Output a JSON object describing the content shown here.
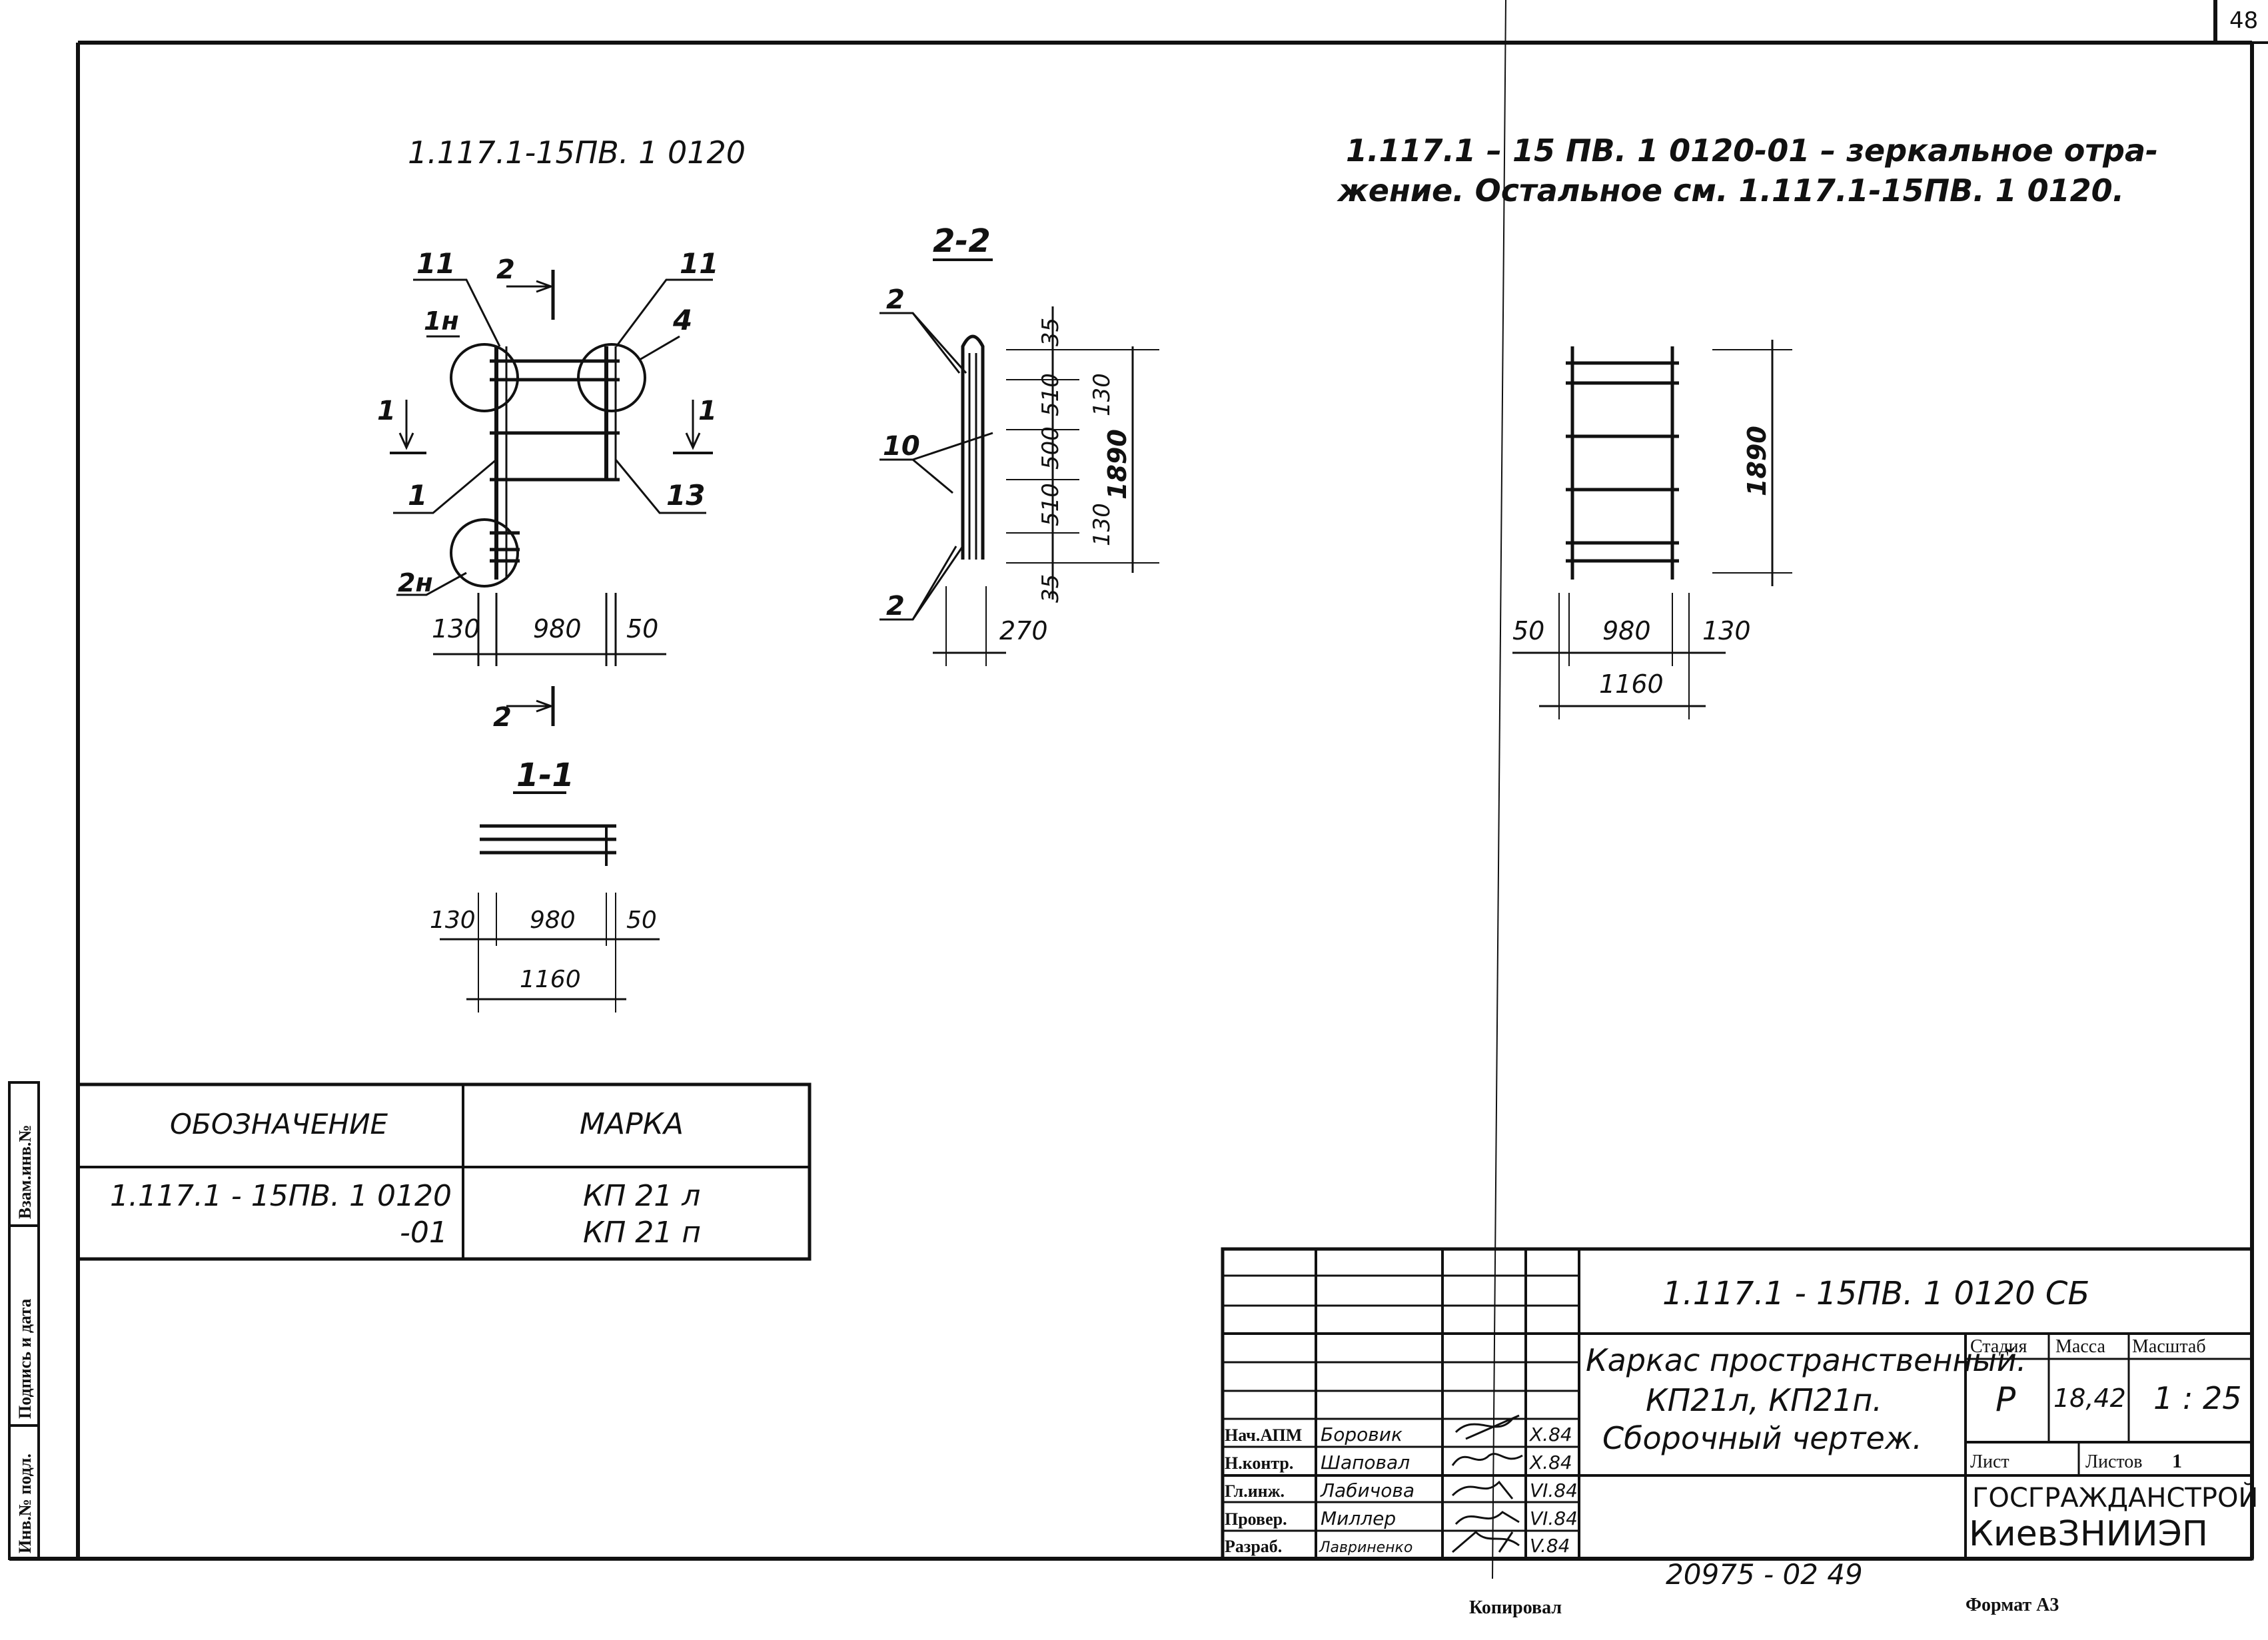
{
  "sheet_number": "48",
  "drawing": {
    "left_title": "1.117.1-15ПВ. 1 0120",
    "mirror_note_line1": "1.117.1 – 15 ПВ. 1 0120-01 – зеркальное отра-",
    "mirror_note_line2": "жение. Остальное  см.  1.117.1-15ПВ. 1 0120.",
    "section_2_2": "2-2",
    "section_1_1": "1-1",
    "labels": {
      "pos_11_left": "11",
      "pos_11_right": "11",
      "pos_1h": "1н",
      "pos_4": "4",
      "pos_2n": "2н",
      "pos_1": "1",
      "pos_13": "13",
      "cut_1_left": "1",
      "cut_1_right": "1",
      "cut_2_top": "2",
      "cut_2_bottom": "2",
      "s22_pos2_top": "2",
      "s22_pos10": "10",
      "s22_pos2_bottom": "2"
    },
    "dims": {
      "d130": "130",
      "d980": "980",
      "d50": "50",
      "d35": "35",
      "d510": "510",
      "d500": "500",
      "d1890": "1890",
      "d270": "270",
      "d1160": "1160"
    }
  },
  "spec_table": {
    "header_designation": "ОБОЗНАЧЕНИЕ",
    "header_mark": "МАРКА",
    "designation_line1": "1.117.1 - 15ПВ. 1 0120",
    "designation_line2": "-01",
    "mark_line1": "КП 21 л",
    "mark_line2": "КП 21 п"
  },
  "side_stamp": {
    "vzam": "Взам.инв.№",
    "podpis": "Подпись и дата",
    "inv": "Инв.№ подл."
  },
  "title_block": {
    "code": "1.117.1 - 15ПВ. 1  0120    СБ",
    "name_line1": "Каркас пространственный.",
    "name_line2": "КП21л,  КП21п.",
    "name_line3": "Сборочный    чертеж.",
    "stage_label": "Стадия",
    "mass_label": "Масса",
    "scale_label": "Масштаб",
    "stage_value": "Р",
    "mass_value": "18,42",
    "scale_value": "1 : 25",
    "sheet_label": "Лист",
    "sheets_label": "Листов",
    "sheets_value": "1",
    "org_line1": "ГОСГРАЖДАНСТРОЙ",
    "org_line2": "КиевЗНИИЭП",
    "staff": [
      {
        "role": "Нач.АПМ",
        "name": "Боровик",
        "date": "X.84"
      },
      {
        "role": "Н.контр.",
        "name": "Шаповал",
        "date": "X.84"
      },
      {
        "role": "Гл.инж.",
        "name": "Лабичова",
        "date": "VI.84"
      },
      {
        "role": "Провер.",
        "name": "Миллер",
        "date": "VI.84"
      },
      {
        "role": "Разраб.",
        "name": "Лавриненко",
        "date": "V.84"
      }
    ]
  },
  "footer": {
    "archive_no": "20975 - 02      49",
    "copied": "Копировал",
    "format": "Формат А3"
  }
}
